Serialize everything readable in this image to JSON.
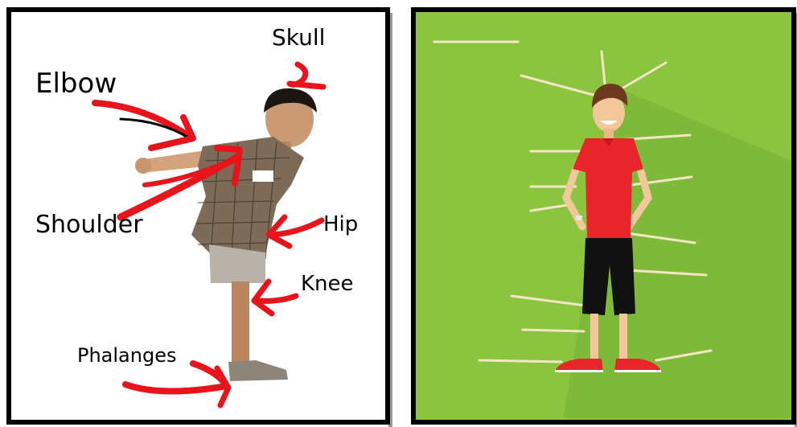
{
  "left_panel": {
    "labels": {
      "skull": "Skull",
      "elbow": "Elbow",
      "shoulder": "Shoulder",
      "hip": "Hip",
      "knee": "Knee",
      "phalanges": "Phalanges"
    }
  },
  "colors": {
    "border": "#000000",
    "arrow": "#e8141c",
    "right_background": "#8bc540",
    "line": "#f4e6c4",
    "shirt_boy_right": "#e8252a",
    "shorts": "#111111"
  }
}
